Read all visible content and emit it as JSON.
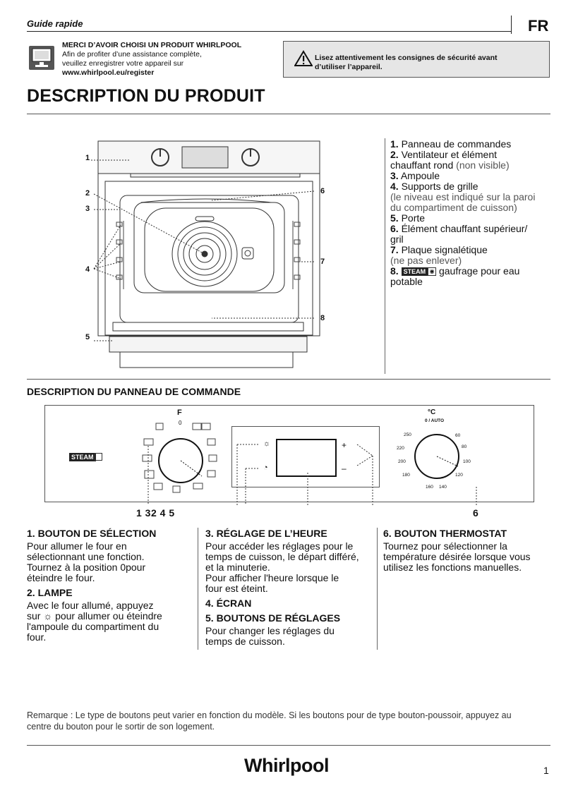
{
  "header": {
    "guide": "Guide rapide",
    "lang": "FR",
    "thanks_title": "MERCI D’AVOIR CHOISI UN PRODUIT WHIRLPOOL",
    "thanks_line1": "Afin de profiter d’une assistance complète,",
    "thanks_line2": "veuillez enregistrer votre appareil sur",
    "thanks_url": "www.whirlpool.eu/register",
    "warning_line1": "Lisez attentivement les consignes de sécurité avant",
    "warning_line2": "d’utiliser l’appareil."
  },
  "section1": {
    "title": "DESCRIPTION DU PRODUIT",
    "callouts": [
      "1",
      "2",
      "3",
      "4",
      "5",
      "6",
      "7",
      "8"
    ],
    "parts": [
      {
        "num": "1.",
        "text": "Panneau de commandes"
      },
      {
        "num": "2.",
        "text": "Ventilateur et élément",
        "text2": "chauffant rond",
        "note": "(non visible)"
      },
      {
        "num": "3.",
        "text": "Ampoule"
      },
      {
        "num": "4.",
        "text": "Supports de grille",
        "note": "(le niveau est indiqué sur la paroi",
        "note2": "du compartiment de cuisson)"
      },
      {
        "num": "5.",
        "text": "Porte"
      },
      {
        "num": "6.",
        "text": "Élément chauffant supérieur/",
        "text2": "gril"
      },
      {
        "num": "7.",
        "text": "Plaque signalétique",
        "note": "(ne pas enlever)"
      },
      {
        "num": "8.",
        "badge": "STEAM",
        "text": "gaufrage pour eau",
        "text2": "potable"
      }
    ]
  },
  "section2": {
    "title": "DESCRIPTION DU PANNEAU DE COMMANDE",
    "panel": {
      "steam_label": "STEAM",
      "selector_top": "F",
      "selector_zero": "0",
      "thermo_unit": "°C",
      "thermo_zero": "0 / AUTO",
      "temps": [
        "60",
        "80",
        "100",
        "120",
        "140",
        "160",
        "180",
        "200",
        "220",
        "250"
      ],
      "plus": "+",
      "minus": "–",
      "label_left": "1 32 4 5",
      "label_right": "6"
    },
    "col1": {
      "h1": "1. BOUTON DE SÉLECTION",
      "p1": [
        "Pour allumer le four en",
        "sélectionnant une fonction.",
        "Tournez à la position",
        "pour",
        "éteindre le four."
      ],
      "h2": "2. LAMPE",
      "p2": [
        "Avec le four allumé, appuyez",
        "sur",
        "pour allumer ou éteindre",
        "l'ampoule du compartiment du",
        "four."
      ]
    },
    "col2": {
      "h3": "3. RÉGLAGE DE L’HEURE",
      "p3": [
        "Pour accéder les réglages pour le",
        "temps de cuisson, le départ différé,",
        "et la minuterie.",
        "Pour afficher l'heure lorsque le",
        "four est éteint."
      ],
      "h4": "4. ÉCRAN",
      "h5": "5. BOUTONS DE RÉGLAGES",
      "p5": [
        "Pour changer les réglages du",
        "temps de cuisson."
      ]
    },
    "col3": {
      "h6": "6. BOUTON THERMOSTAT",
      "p6": [
        "Tournez pour sélectionner la",
        "température désirée lorsque vous",
        "utilisez les fonctions manuelles."
      ]
    }
  },
  "footer": {
    "remark_line1": "Remarque : Le type de boutons peut varier en fonction du modèle. Si les boutons pour de type bouton-poussoir, appuyez au",
    "remark_line2": "centre du bouton pour le sortir de son logement.",
    "brand": "Whirlpool",
    "page": "1"
  },
  "colors": {
    "text": "#111111",
    "warning_bg": "#e6e6e6",
    "rule": "#555555"
  }
}
